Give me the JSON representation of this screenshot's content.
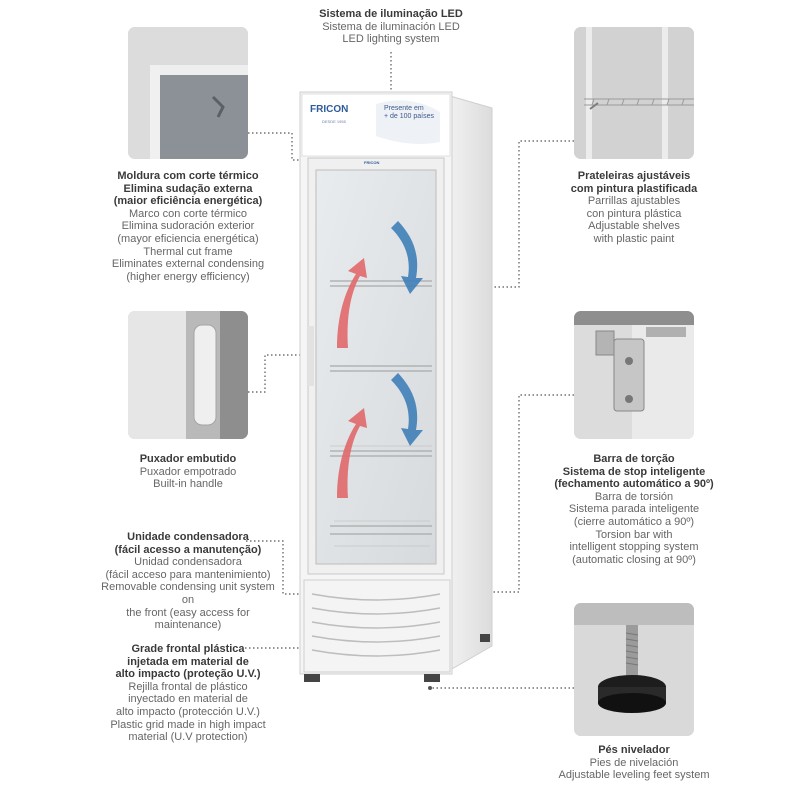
{
  "fridge": {
    "brand": "FRICON",
    "brand_sub": "DESDE 1955",
    "header_line1": "Presente em",
    "header_line2": "+ de 100 países",
    "door_logo": "FRICON"
  },
  "features": {
    "led": {
      "title": [
        "Sistema de iluminação LED"
      ],
      "lines": [
        "Sistema de iluminación LED",
        "LED lighting system"
      ]
    },
    "frame": {
      "title": [
        "Moldura com corte térmico",
        "Elimina sudação externa",
        "(maior eficiência energética)"
      ],
      "lines": [
        "Marco con corte térmico",
        "Elimina sudoración exterior",
        "(mayor eficiencia energética)",
        "Thermal cut frame",
        "Eliminates external condensing",
        "(higher energy efficiency)"
      ]
    },
    "shelves": {
      "title": [
        "Prateleiras ajustáveis",
        "com pintura plastificada"
      ],
      "lines": [
        "Parrillas ajustables",
        "con pintura plástica",
        "Adjustable shelves",
        "with plastic paint"
      ]
    },
    "handle": {
      "title": [
        "Puxador embutido"
      ],
      "lines": [
        "Puxador empotrado",
        "Built-in handle"
      ]
    },
    "torsion": {
      "title": [
        "Barra de torção",
        "Sistema de stop inteligente",
        "(fechamento automático a 90º)"
      ],
      "lines": [
        "Barra de torsión",
        "Sistema parada inteligente",
        "(cierre automático a 90º)",
        "Torsion bar with",
        "intelligent stopping system",
        "(automatic closing at 90º)"
      ]
    },
    "condenser": {
      "title": [
        "Unidade condensadora",
        "(fácil acesso a manutenção)"
      ],
      "lines": [
        "Unidad condensadora",
        "(fácil acceso para mantenimiento)",
        "Removable condensing unit system on",
        "the front (easy access for maintenance)"
      ]
    },
    "grille": {
      "title": [
        "Grade frontal plástica",
        "injetada em material de",
        "alto impacto (proteção U.V.)"
      ],
      "lines": [
        "Rejilla frontal de plástico",
        "inyectado en material de",
        "alto impacto (protección U.V.)",
        "Plastic grid made in high impact",
        "material (U.V protection)"
      ]
    },
    "feet": {
      "title": [
        "Pés nivelador"
      ],
      "lines": [
        "Pies de nivelación",
        "Adjustable leveling feet system"
      ]
    }
  },
  "colors": {
    "arrow_red": "#e0686a",
    "arrow_blue": "#3f7fb8",
    "dotted": "#555555",
    "photo_bg": "#c9c9c9"
  }
}
